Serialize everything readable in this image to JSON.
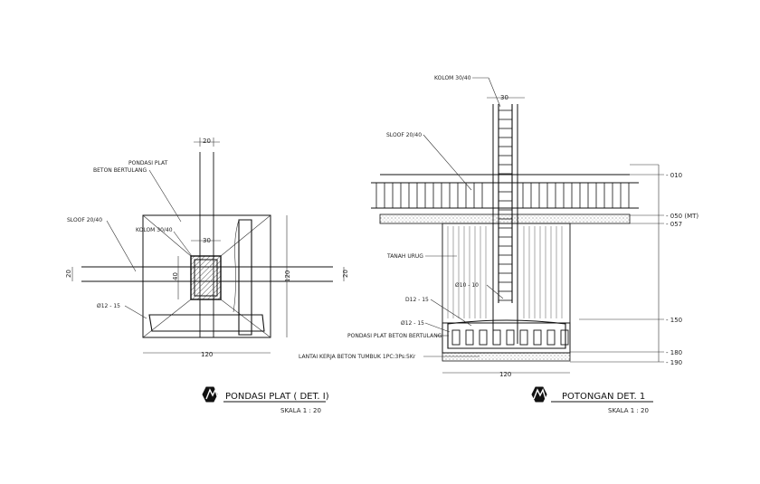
{
  "plan": {
    "dim_col_top": "20",
    "label_pondasi_line1": "PONDASI PLAT",
    "label_pondasi_line2": "BETON BERTULANG",
    "label_sloof": "SLOOF 20/40",
    "label_kolom": "KOLOM 30/40",
    "dim_kolom_w": "30",
    "dim_kolom_d": "40",
    "dim_sloof_left": "20",
    "dim_sloof_right": "20",
    "dim_plate_h": "120",
    "dim_plate_w": "120",
    "label_bar": "Ø12 - 15",
    "title": "PONDASI PLAT ( DET. I)",
    "scale": "SKALA 1 : 20"
  },
  "section": {
    "label_kolom": "KOLOM 30/40",
    "dim_col_top": "30",
    "label_sloof": "SLOOF 20/40",
    "label_tanah": "TANAH URUG",
    "label_sengkang": "Ø10 - 10",
    "label_d12": "D12 - 15",
    "label_o12": "Ø12 - 15",
    "label_pondasi": "PONDASI PLAT BETON BERTULANG",
    "label_lantai": "LANTAI KERJA BETON TUMBUK 1PC:3Ps:5Kr",
    "dim_width": "120",
    "levels": [
      "- 010",
      "- 050 (MT)",
      "- 057",
      "- 150",
      "- 180",
      "- 190"
    ],
    "title": "POTONGAN DET. 1",
    "scale": "SKALA 1 : 20"
  },
  "logo_icons": [
    "logo-hexagon-icon",
    "logo-hexagon-icon"
  ]
}
